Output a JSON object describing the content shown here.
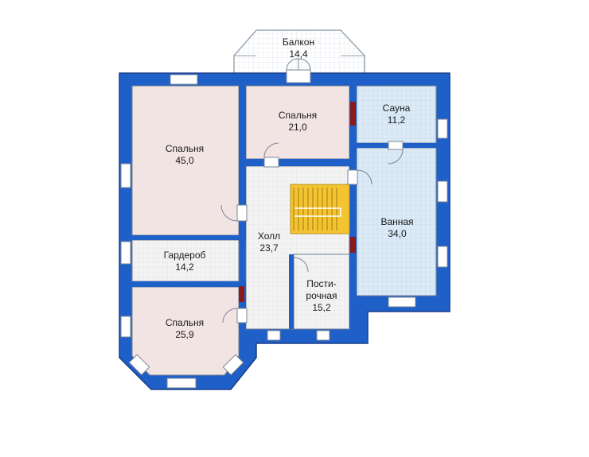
{
  "colors": {
    "wall": "#1f5fc8",
    "wall_edge": "#1a3f8a",
    "room_pink": "#f3e4e4",
    "room_grey": "#f2f2f2",
    "room_blue": "#dbeaf6",
    "stairs": "#f4c430",
    "heater": "#8b1a1a"
  },
  "rooms": {
    "balcony": {
      "name": "Балкон",
      "area": "14,4"
    },
    "bedroom_large": {
      "name": "Спальня",
      "area": "45,0"
    },
    "bedroom_top": {
      "name": "Спальня",
      "area": "21,0"
    },
    "sauna": {
      "name": "Сауна",
      "area": "11,2"
    },
    "hall": {
      "name": "Холл",
      "area": "23,7"
    },
    "bathroom": {
      "name": "Ванная",
      "area": "34,0"
    },
    "wardrobe": {
      "name": "Гардероб",
      "area": "14,2"
    },
    "laundry": {
      "name": "Пости-",
      "name2": "рочная",
      "area": "15,2"
    },
    "bedroom_small": {
      "name": "Спальня",
      "area": "25,9"
    }
  }
}
